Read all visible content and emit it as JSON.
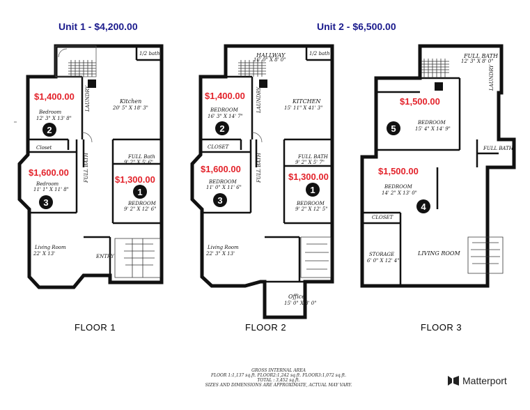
{
  "units": [
    {
      "title": "Unit 1 -  $4,200.00"
    },
    {
      "title": "Unit 2 -  $6,500.00"
    }
  ],
  "floors": [
    {
      "label": "FLOOR 1",
      "rooms": [
        {
          "name": "1/2 bath",
          "dims": ""
        },
        {
          "name": "Kitchen",
          "dims": "20' 5\" X 18' 3\""
        },
        {
          "name": "LAUNDRY",
          "dims": ""
        },
        {
          "name": "Bedroom",
          "dims": "12' 3\" X 13' 8\""
        },
        {
          "name": "Closet",
          "dims": ""
        },
        {
          "name": "FULL BATH",
          "dims": ""
        },
        {
          "name": "FULL Bath",
          "dims": "9' 2\" X 5' 6\""
        },
        {
          "name": "Bedroom",
          "dims": "11' 1\" X 11' 8\""
        },
        {
          "name": "BEDROOM",
          "dims": "9' 2\" X 12' 6\""
        },
        {
          "name": "Living Room",
          "dims": "22' X 13'"
        },
        {
          "name": "ENTRY",
          "dims": ""
        }
      ],
      "prices": [
        "$1,400.00",
        "$1,600.00",
        "$1,300.00"
      ],
      "markers": [
        "2",
        "3",
        "1"
      ]
    },
    {
      "label": "FLOOR 2",
      "rooms": [
        {
          "name": "HALLWAY",
          "dims": "16' 0\" X 8' 0\""
        },
        {
          "name": "1/2 bath",
          "dims": ""
        },
        {
          "name": "KITCHEN",
          "dims": "15' 11\" X 41' 3\""
        },
        {
          "name": "LAUNDRY",
          "dims": ""
        },
        {
          "name": "BEDROOM",
          "dims": "16' 3\" X 14' 7\""
        },
        {
          "name": "CLOSET",
          "dims": ""
        },
        {
          "name": "FULL BATH",
          "dims": ""
        },
        {
          "name": "FULL BATH",
          "dims": "9' 2\" X 5' 7\""
        },
        {
          "name": "BEDROOM",
          "dims": "11' 0\" X 11' 6\""
        },
        {
          "name": "BEDROOM",
          "dims": "9' 2\" X 12' 5\""
        },
        {
          "name": "Living Room",
          "dims": "22' 3\" X 13'"
        },
        {
          "name": "Office",
          "dims": "15' 0\" X 8' 0\""
        }
      ],
      "prices": [
        "$1,400.00",
        "$1,600.00",
        "$1,300.00"
      ],
      "markers": [
        "2",
        "3",
        "1"
      ]
    },
    {
      "label": "FLOOR 3",
      "rooms": [
        {
          "name": "FULL BATH",
          "dims": "12' 3\" X 8' 0\""
        },
        {
          "name": "LAUNDRY",
          "dims": ""
        },
        {
          "name": "BEDROOM",
          "dims": "15' 4\" X 14' 9\""
        },
        {
          "name": "FULL BATH",
          "dims": ""
        },
        {
          "name": "BEDROOM",
          "dims": "14' 2\" X 13' 0\""
        },
        {
          "name": "CLOSET",
          "dims": ""
        },
        {
          "name": "STORAGE",
          "dims": "6' 0\" X 12' 4\""
        },
        {
          "name": "LIVING ROOM",
          "dims": ""
        }
      ],
      "prices": [
        "$1,500.00",
        "$1,500.00"
      ],
      "markers": [
        "5",
        "4"
      ]
    }
  ],
  "footer": {
    "line1": "GROSS INTERNAL AREA",
    "line2": "FLOOR 1:1,137 sq.ft. FLOOR2:1,242 sq.ft. FLOOR3:1,072 sq.ft.",
    "line3": "TOTAL : 3,452 sq.ft.",
    "line4": "SIZES AND DIMENSIONS ARE APPROXIMATE, ACTUAL MAY VARY."
  },
  "brand": {
    "name": "Matterport",
    "icon": "matterport-logo-icon"
  },
  "colors": {
    "unit_title": "#1a1a8c",
    "price": "#e3232b",
    "marker": "#111111"
  }
}
